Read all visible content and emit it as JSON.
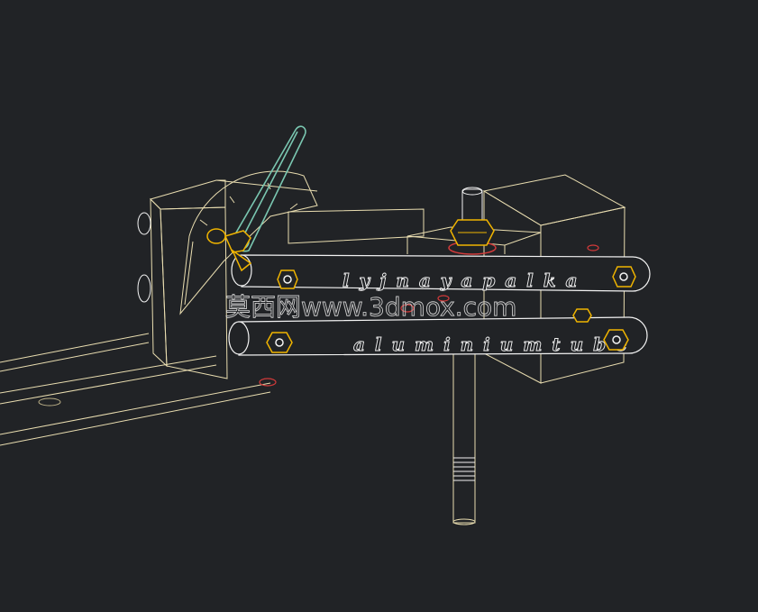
{
  "drawing": {
    "labels": {
      "upper_tube": "l y j n a y a   p a l k a",
      "lower_tube": "a l u m i n i u m   t u b e"
    },
    "watermark": "莫西网www.3dmox.com"
  },
  "colors": {
    "background": "#212326",
    "outline": "#e9ddb0",
    "tube": "#f2f2f2",
    "nut": "#f0b400",
    "wrench": "#7ac7b1",
    "washer": "#d23a3a"
  }
}
